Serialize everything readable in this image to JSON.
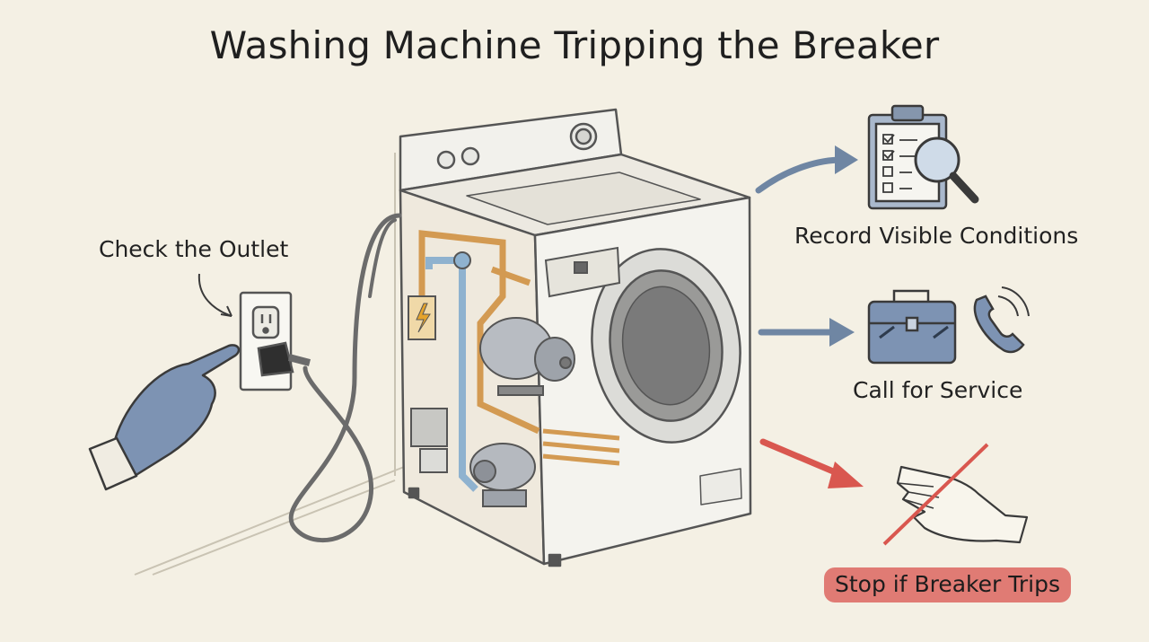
{
  "title": "Washing Machine Tripping the Breaker",
  "labels": {
    "check_outlet": "Check the Outlet",
    "record_conditions": "Record Visible Conditions",
    "call_service": "Call for Service",
    "stop_breaker": "Stop if Breaker Trips"
  },
  "colors": {
    "background": "#f4f0e4",
    "arrow_blue": "#6f86a3",
    "arrow_red": "#d9574f",
    "stop_badge": "#e07b74",
    "glove": "#7d93b3",
    "pipe_copper": "#d39a52",
    "pipe_blue": "#8fb2cf"
  },
  "icons": [
    "clipboard-checklist-icon",
    "magnifier-icon",
    "toolbox-icon",
    "phone-icon",
    "stop-hand-icon",
    "lightning-icon"
  ]
}
